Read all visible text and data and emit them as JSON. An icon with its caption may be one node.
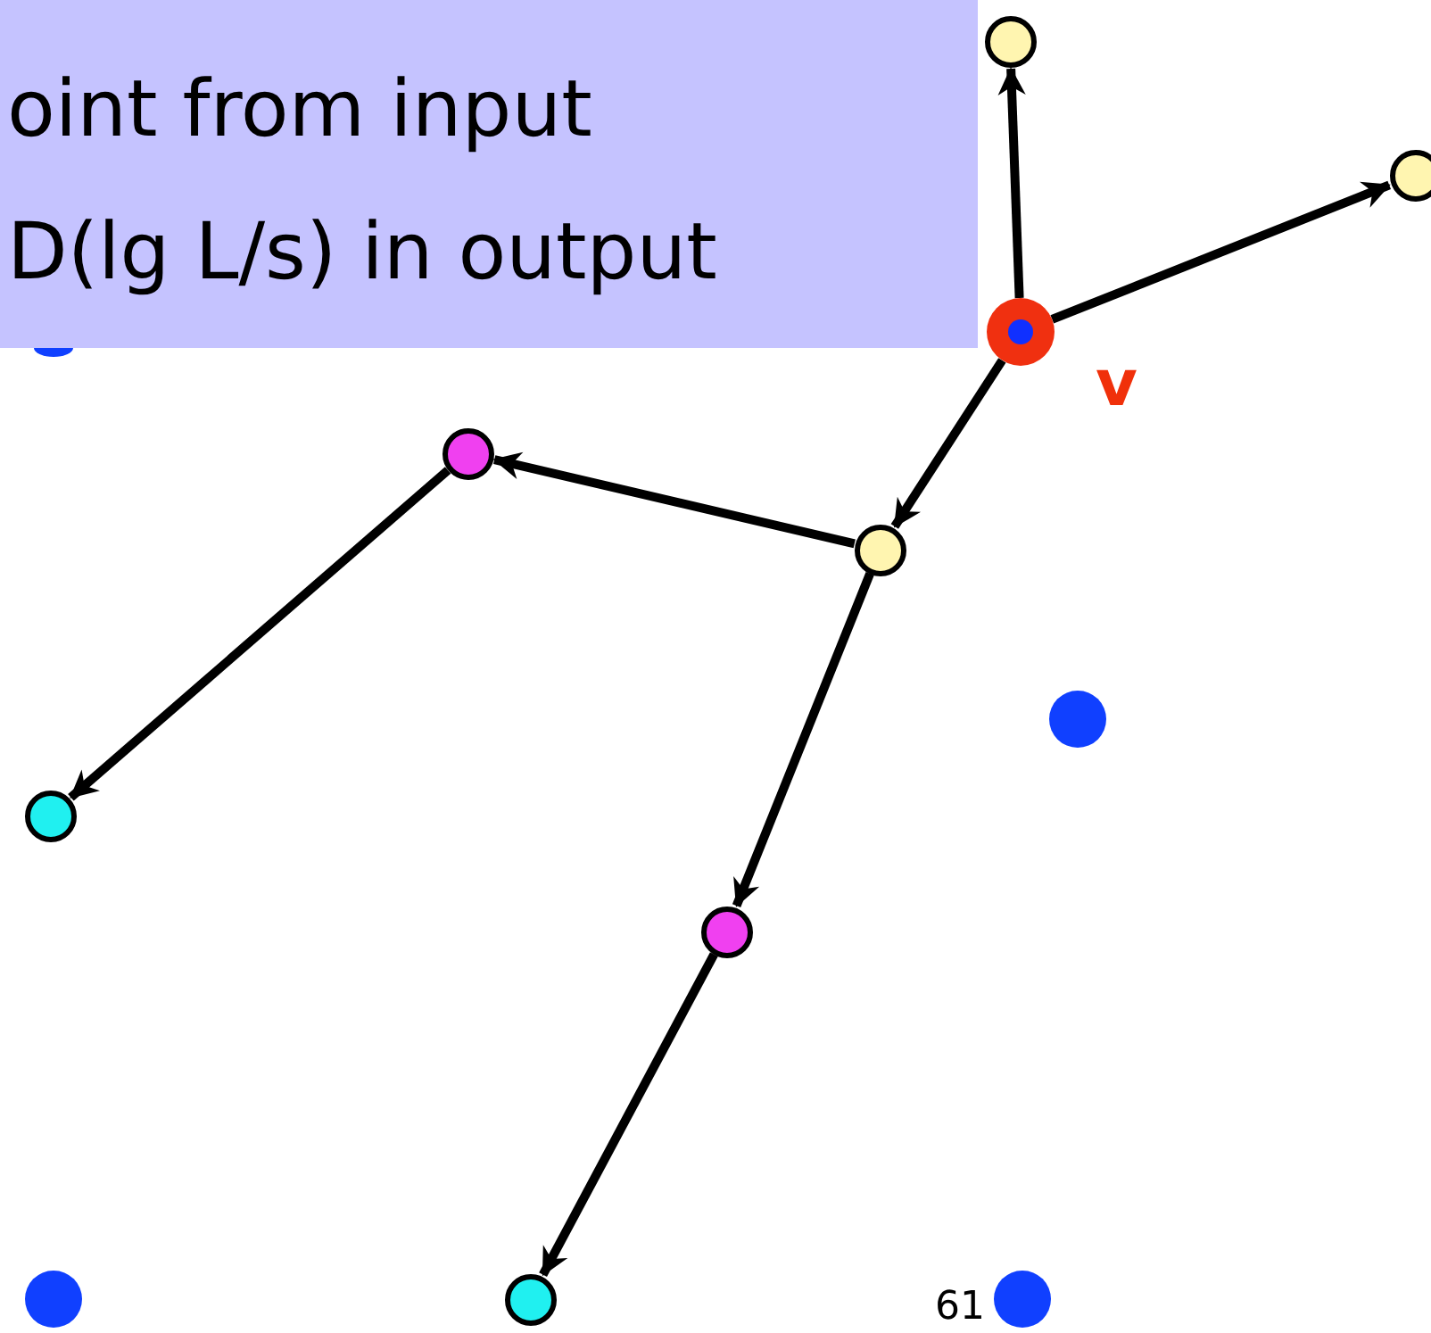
{
  "diagram": {
    "nodes": [
      {
        "text": [
          "oint from input",
          "D(lg L/s) in output"
        ]
      },
      {
        "text": [],
        "shape": "circle"
      },
      {
        "text": [],
        "shape": "circle"
      },
      {
        "text": [],
        "shape": "circle",
        "beside": [
          "v"
        ]
      },
      {
        "text": [],
        "shape": "circle"
      },
      {
        "text": [],
        "shape": "circle"
      },
      {
        "text": [],
        "shape": "circle"
      },
      {
        "text": [],
        "shape": "circle"
      },
      {
        "text": [],
        "shape": "circle"
      },
      {
        "text": [],
        "shape": "circle"
      },
      {
        "text": [],
        "shape": "circle"
      },
      {
        "text": [],
        "shape": "circle"
      },
      {
        "text": [],
        "shape": "circle"
      }
    ],
    "edges": [
      {
        "from": 3,
        "to": 1,
        "arrow": "to"
      },
      {
        "from": 3,
        "to": 2,
        "arrow": "to"
      },
      {
        "from": 3,
        "to": 4,
        "arrow": "to"
      },
      {
        "from": 4,
        "to": 5,
        "arrow": "to"
      },
      {
        "from": 5,
        "to": 6,
        "arrow": "to"
      },
      {
        "from": 4,
        "to": 7,
        "arrow": "to"
      },
      {
        "from": 7,
        "to": 8,
        "arrow": "to"
      }
    ],
    "labels": [
      "61"
    ]
  }
}
